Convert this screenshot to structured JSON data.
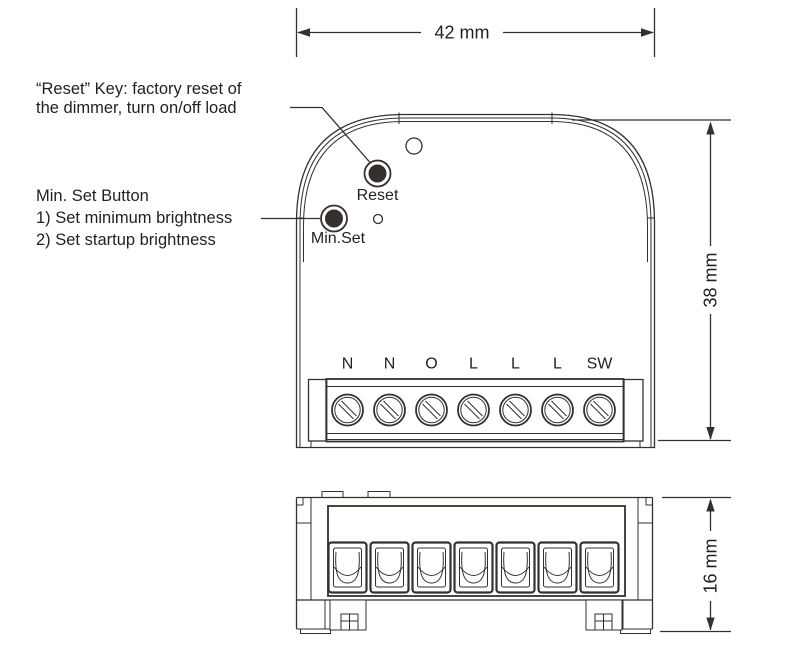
{
  "colors": {
    "ink": "#35302e",
    "text": "#231f20",
    "blue": "#1f9ddd"
  },
  "annotations": {
    "reset_note": {
      "line1": "“Reset” Key: factory reset of",
      "line2": "the dimmer, turn on/off load"
    },
    "minset_note": {
      "line1": "Min. Set Button",
      "line2": "1) Set minimum brightness",
      "line3": "2) Set startup brightness"
    }
  },
  "front_view": {
    "reset_button_label": "Reset",
    "minset_button_label": "Min.Set",
    "terminals": [
      "N",
      "N",
      "O",
      "L",
      "L",
      "L",
      "SW"
    ]
  },
  "dimensions": {
    "width_label": "42 mm",
    "height_label": "38 mm",
    "depth_label": "16 mm"
  }
}
